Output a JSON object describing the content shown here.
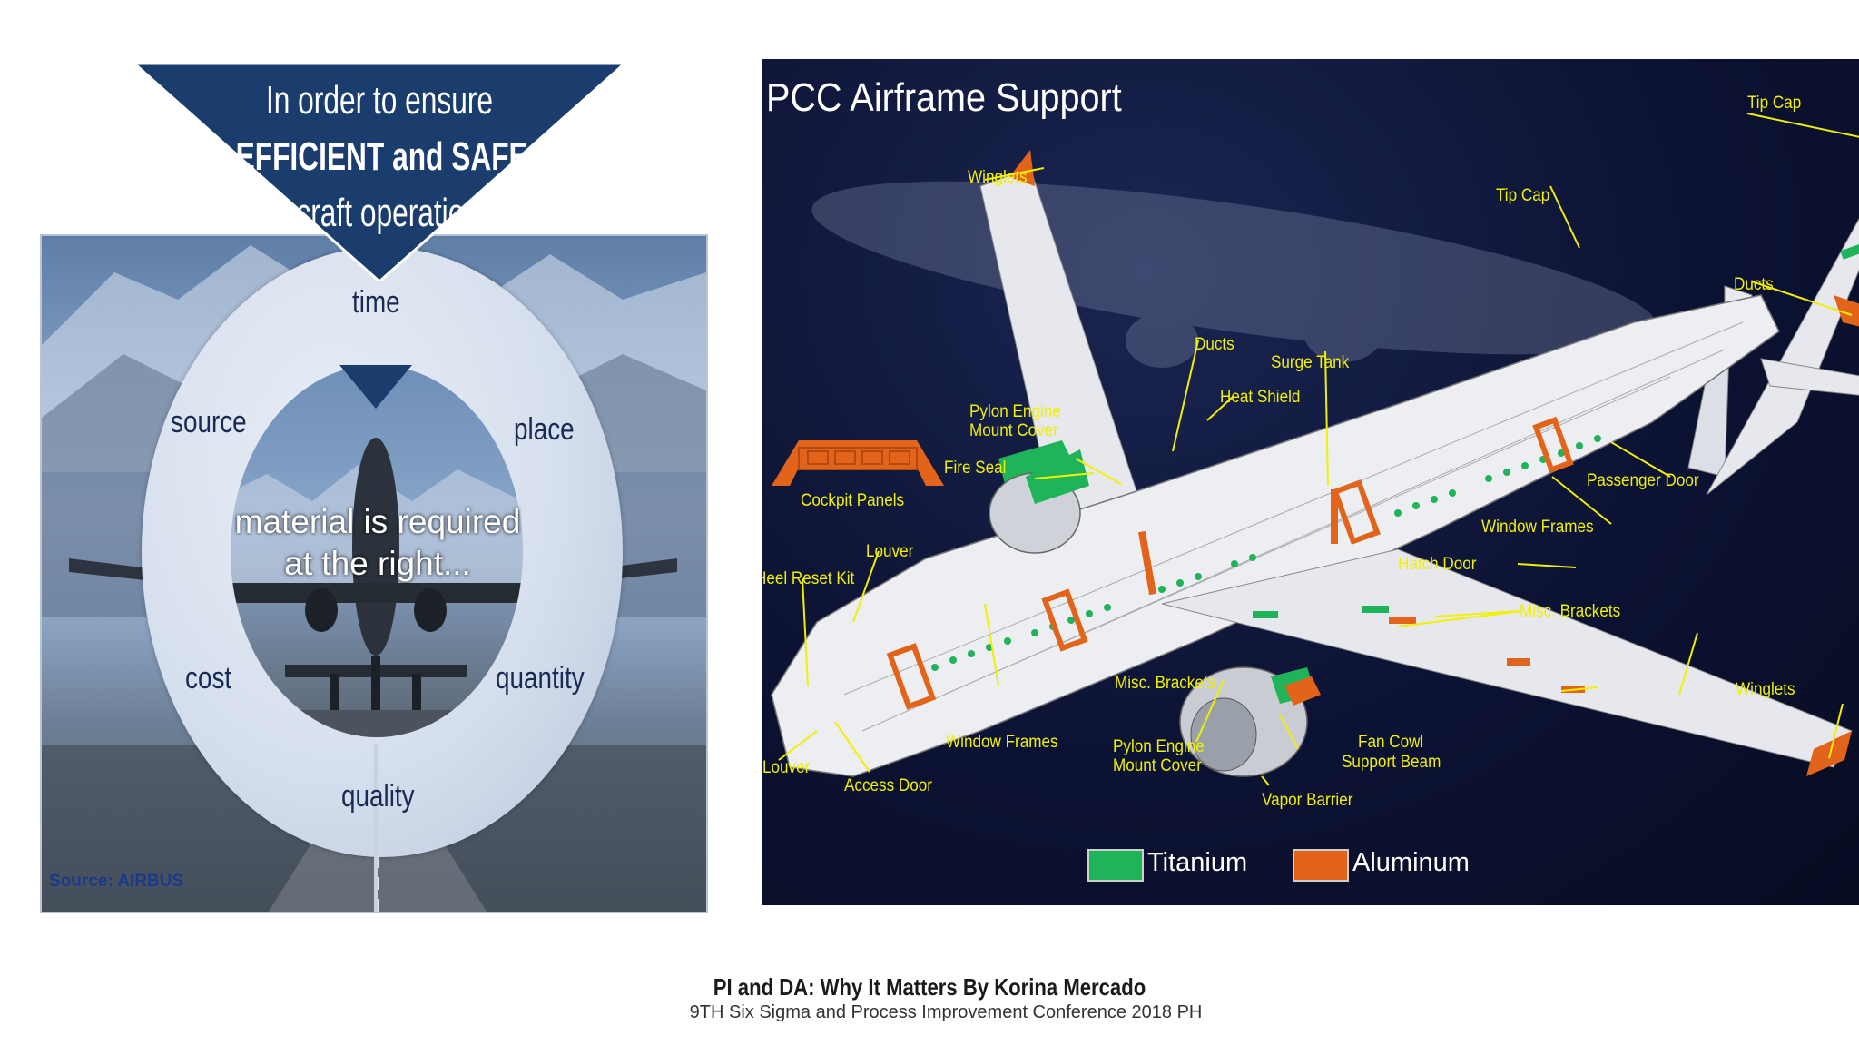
{
  "left": {
    "banner_lines": [
      "In order to ensure",
      "EFFICIENT and SAFE",
      "aircraft operations"
    ],
    "ring_words": {
      "time": "time",
      "source": "source",
      "place": "place",
      "cost": "cost",
      "quantity": "quantity",
      "quality": "quality"
    },
    "center_lines": [
      "material is required",
      "at the right..."
    ],
    "source_note": "Source: AIRBUS",
    "colors": {
      "banner": "#1b3d6d",
      "ring": "#dbe3ef",
      "text": "#1a2a55"
    }
  },
  "right": {
    "title": "PCC Airframe Support",
    "callouts": {
      "tip_cap_top": "Tip Cap",
      "tip_cap": "Tip Cap",
      "winglets_top": "Winglets",
      "ducts_right": "Ducts",
      "ducts": "Ducts",
      "surge_tank": "Surge Tank",
      "heat_shield": "Heat Shield",
      "pylon_engine_mount_cover_1": "Pylon Engine",
      "pylon_engine_mount_cover_2": "Mount Cover",
      "fire_seal": "Fire Seal",
      "cockpit_panels": "Cockpit Panels",
      "passenger_door": "Passenger Door",
      "window_frames_right": "Window Frames",
      "hatch_door": "Hatch Door",
      "louver_top": "Louver",
      "heel_reset_kit": "Heel Reset Kit",
      "misc_brackets_right": "Misc. Brackets",
      "misc_brackets": "Misc. Brackets",
      "winglets_right": "Winglets",
      "window_frames": "Window Frames",
      "pylon_lower_1": "Pylon Engine",
      "pylon_lower_2": "Mount Cover",
      "fan_cowl_1": "Fan Cowl",
      "fan_cowl_2": "Support Beam",
      "louver_bottom": "Louver",
      "access_door": "Access Door",
      "vapor_barrier": "Vapor Barrier"
    },
    "legend": [
      {
        "label": "Titanium",
        "color": "#1fb35a"
      },
      {
        "label": "Aluminum",
        "color": "#e2641a"
      }
    ]
  },
  "footer": {
    "title": "PI and DA: Why It Matters By Korina Mercado",
    "subtitle": "9TH Six Sigma and Process Improvement Conference 2018 PH"
  }
}
